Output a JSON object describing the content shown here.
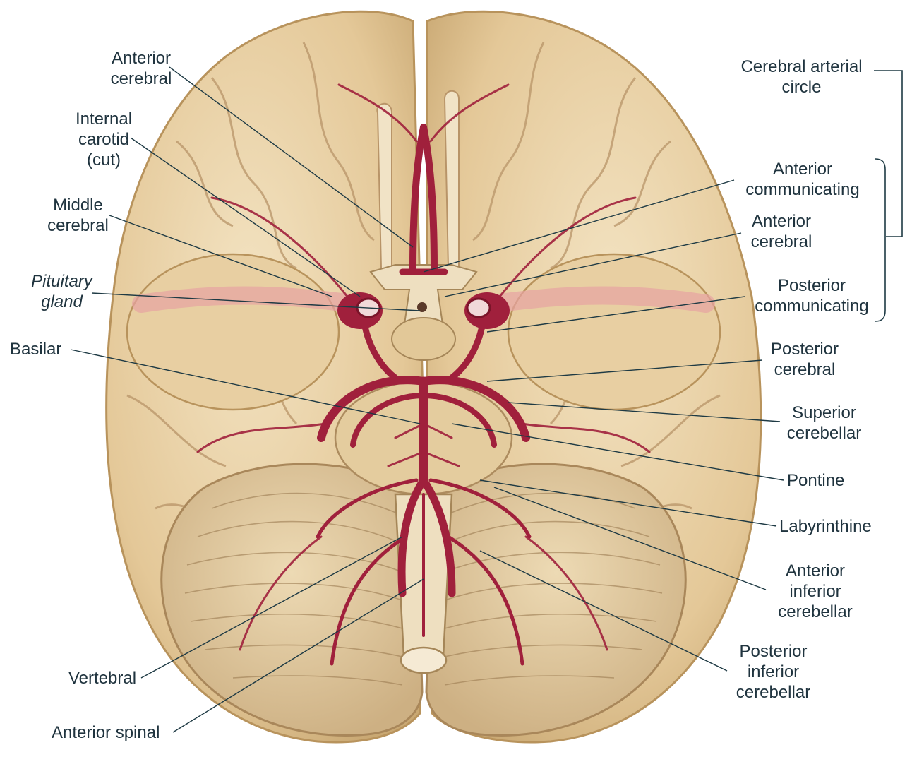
{
  "diagram": {
    "colors": {
      "brain_fill": "#e9d2a8",
      "brain_shadow": "#c9ab7a",
      "artery": "#a0203c",
      "artery_light": "#e7a3a3",
      "leader": "#1e3a44",
      "label_text": "#20343f"
    },
    "labels": {
      "anterior_cerebral_left": "Anterior\ncerebral",
      "internal_carotid": "Internal\ncarotid\n(cut)",
      "middle_cerebral": "Middle\ncerebral",
      "pituitary_gland": "Pituitary\ngland",
      "basilar": "Basilar",
      "vertebral": "Vertebral",
      "anterior_spinal": "Anterior spinal",
      "cerebral_arterial_circle": "Cerebral arterial\ncircle",
      "anterior_communicating": "Anterior\ncommunicating",
      "anterior_cerebral_right": "Anterior\ncerebral",
      "posterior_communicating": "Posterior\ncommunicating",
      "posterior_cerebral": "Posterior\ncerebral",
      "superior_cerebellar": "Superior\ncerebellar",
      "pontine": "Pontine",
      "labyrinthine": "Labyrinthine",
      "anterior_inferior_cerebellar": "Anterior\ninferior\ncerebellar",
      "posterior_inferior_cerebellar": "Posterior\ninferior\ncerebellar"
    }
  }
}
